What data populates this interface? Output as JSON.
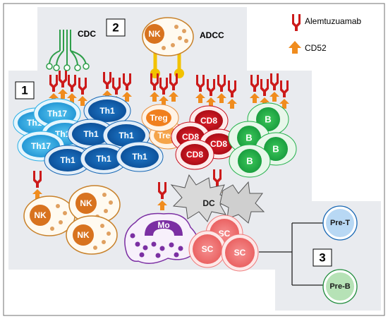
{
  "labels": {
    "box1": "1",
    "box2": "2",
    "box3": "3",
    "cdc": "CDC",
    "adcc": "ADCC",
    "nk_effector": "NK",
    "legend_alemtuzumab": "Alemtuzuamab",
    "legend_cd52": "CD52",
    "th17": "Th17",
    "th1": "Th1",
    "treg": "Treg",
    "cd8": "CD8",
    "b": "B",
    "nk": "NK",
    "mo": "Mo",
    "dc": "DC",
    "sc": "SC",
    "pre_t": "Pre-T",
    "pre_b": "Pre-B"
  },
  "colors": {
    "antibody": "#cc1a1a",
    "cd52": "#f08c1e",
    "th17": "#29aee6",
    "th1": "#1566b4",
    "treg": "#f07f1e",
    "cd8": "#c8101e",
    "b": "#22b04a",
    "nk": "#d8731f",
    "mo": "#7b2fa3",
    "dc": "#c8c8c8",
    "sc": "#f07a7a",
    "pre_t": "#a9cff0",
    "pre_b": "#a8dca8",
    "box_bg": "#eaecf0"
  }
}
